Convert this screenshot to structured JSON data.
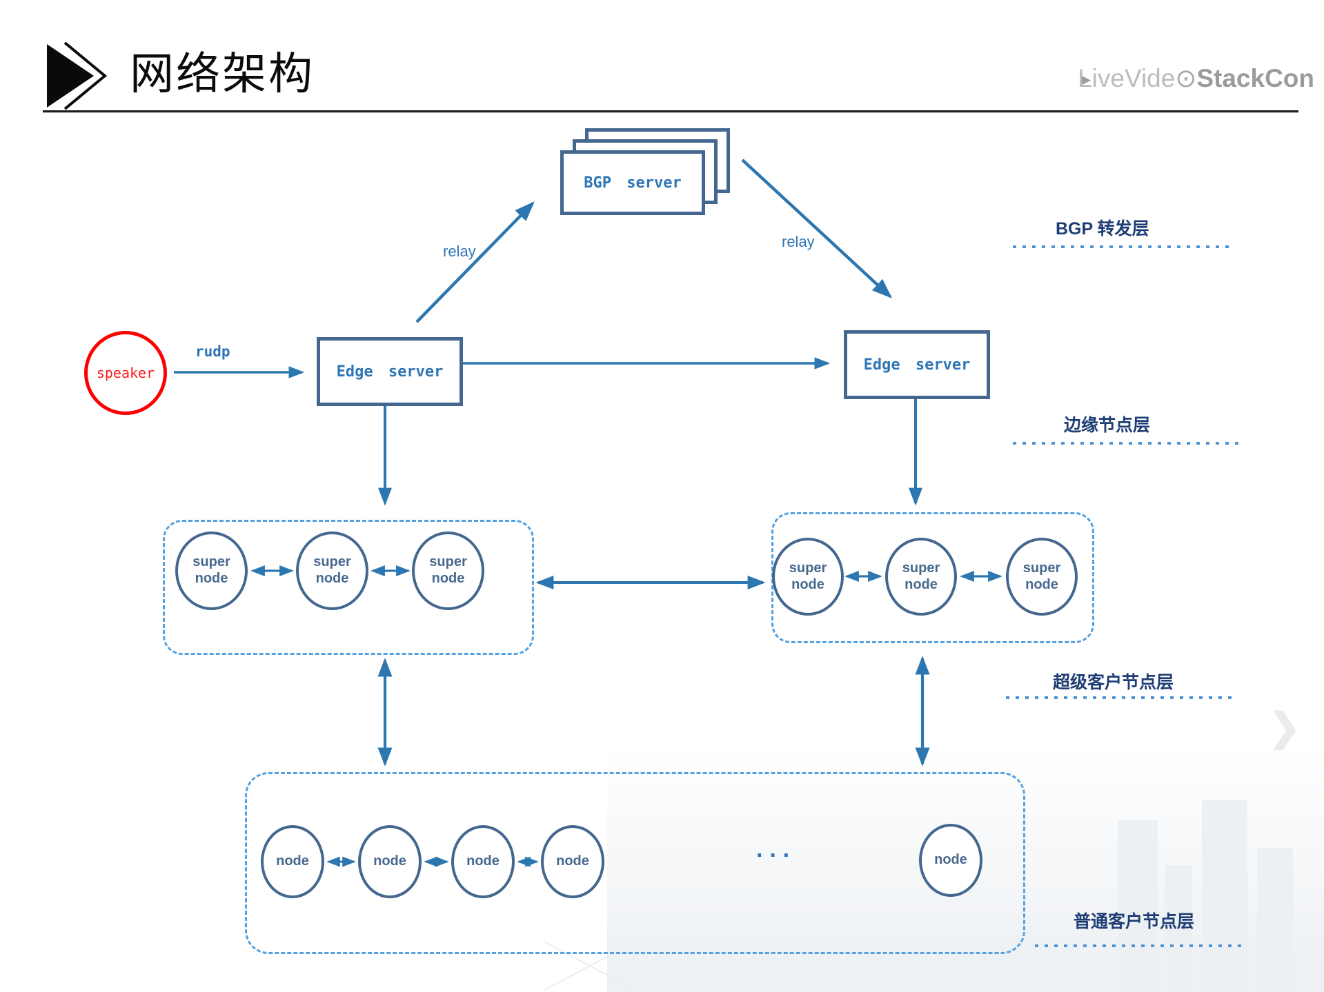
{
  "header": {
    "title": "网络架构",
    "logo_prefix": "iveVide",
    "logo_play": "⊙",
    "logo_suffix": "StackCon",
    "logo_l": "L"
  },
  "diagram": {
    "bgp_server_label": "BGP server",
    "edge_servers": [
      "Edge server",
      "Edge server"
    ],
    "speaker_label": "speaker"
  },
  "links": {
    "rudp": "rudp",
    "relay_left": "relay",
    "relay_right": "relay"
  },
  "clusters": {
    "super_left": {
      "nodes": [
        "super node",
        "super node",
        "super node"
      ]
    },
    "super_right": {
      "nodes": [
        "super node",
        "super node",
        "super node"
      ]
    },
    "bottom": {
      "nodes": [
        "node",
        "node",
        "node",
        "node",
        "node"
      ],
      "ellipsis": "···"
    }
  },
  "layers": {
    "bgp_forward": "BGP 转发层",
    "edge_nodes": "边缘节点层",
    "super_clients": "超级客户节点层",
    "normal_clients": "普通客户节点层"
  },
  "colors": {
    "accent_text_blue": "#2e75b6",
    "arrow_blue": "#2c77b0",
    "box_border": "#44678f",
    "dashed_border": "#55a1e0",
    "layer_label_navy": "#1e3d74",
    "speaker_red": "#fe0000",
    "logo_gray": "#b0b0b0"
  }
}
